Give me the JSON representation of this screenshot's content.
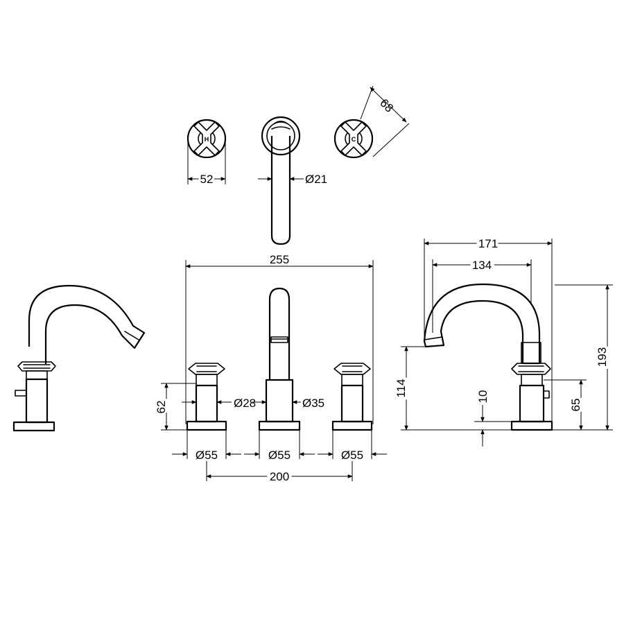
{
  "dimensions": {
    "cap_width": "52",
    "spout_diameter": "Ø21",
    "cap_depth": "68",
    "overall_spacing": "255",
    "side_width_outer": "171",
    "side_width_inner": "134",
    "side_height_total": "193",
    "spout_height": "114",
    "body_height": "62",
    "handle_body_diameter": "Ø28",
    "spout_body_diameter": "Ø35",
    "base_left": "Ø55",
    "base_center": "Ø55",
    "base_right": "Ø55",
    "handle_spacing": "200",
    "clearance": "10",
    "side_body_height": "65"
  },
  "handle_letters": {
    "hot": "H",
    "cold": "C"
  },
  "colors": {
    "line": "#000000",
    "background": "#ffffff"
  }
}
